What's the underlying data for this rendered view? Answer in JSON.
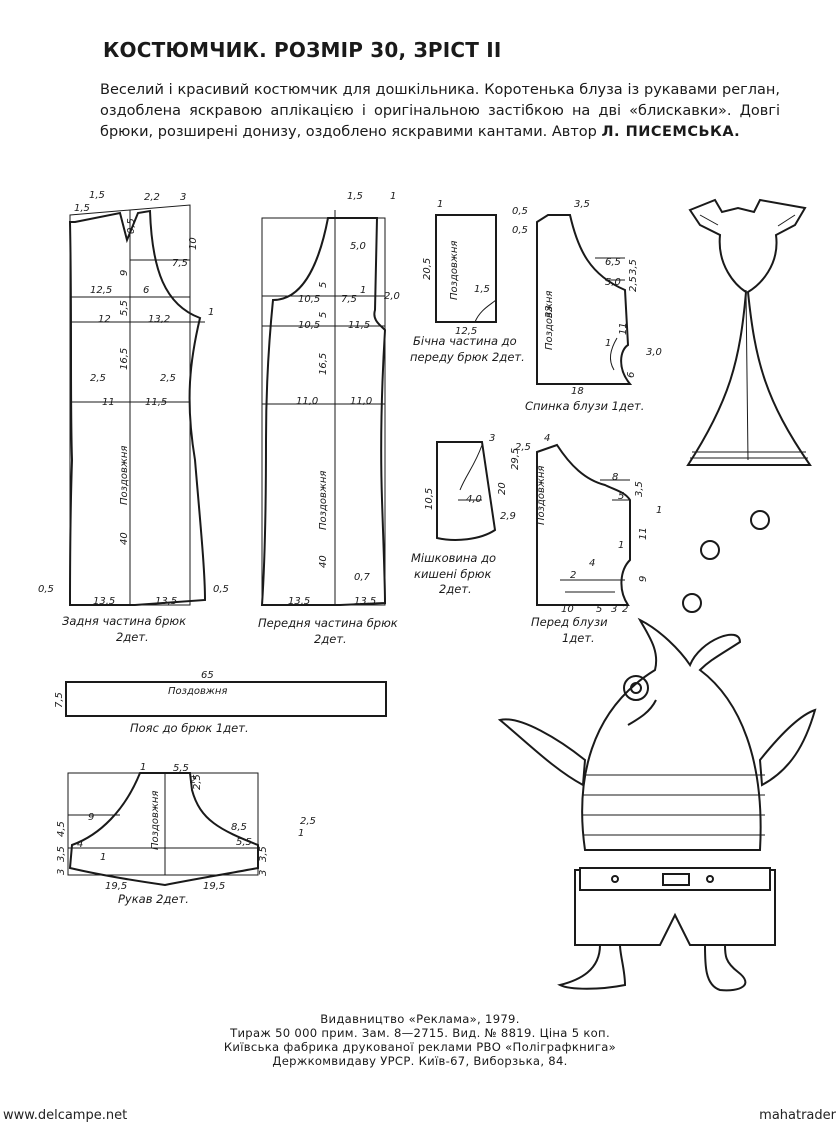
{
  "header": {
    "title": "КОСТЮМЧИК. РОЗМІР 30, ЗРІСТ II",
    "intro": "Веселий і красивий костюмчик для дошкільника. Коротенька блуза із рукавами реглан, оздоблена яскравою аплікацією і оригінальною застібкою на дві «блискавки». Довгі брюки, розширені донизу, оздоблено яскравими кантами. Автор",
    "author": "Л. ПИСЕМСЬКА."
  },
  "patterns": {
    "back_trousers": {
      "caption_1": "Задня частина брюк",
      "caption_2": "2дет.",
      "grain": "Поздовжня",
      "labels": [
        "1,5",
        "1,5",
        "2,2",
        "3",
        "10",
        "0,5",
        "9",
        "7,5",
        "12,5",
        "6",
        "5,5",
        "12",
        "13,2",
        "1",
        "16,5",
        "2,5",
        "2,5",
        "11",
        "11,5",
        "40",
        "0,5",
        "0,5",
        "13,5",
        "13,5"
      ]
    },
    "front_trousers": {
      "caption_1": "Передня частина брюк",
      "caption_2": "2дет.",
      "grain": "Поздовжня",
      "labels": [
        "1,5",
        "1",
        "5,0",
        "10,5",
        "5",
        "7,5",
        "1",
        "2,0",
        "10,5",
        "5",
        "11,5",
        "16,5",
        "11,0",
        "11,0",
        "40",
        "0,7",
        "13,5",
        "13,5"
      ]
    },
    "side_part": {
      "caption_1": "Бічна частина до",
      "caption_2": "переду брюк 2дет.",
      "grain": "Поздовжня",
      "labels": [
        "1",
        "20,5",
        "1,5",
        "12,5"
      ]
    },
    "blouse_back": {
      "caption": "Спинка блузи 1дет.",
      "grain": "Поздовжня",
      "labels": [
        "3,5",
        "0,5",
        "0,5",
        "6,5",
        "5,0",
        "2,5",
        "3,5",
        "33",
        "11",
        "1",
        "3,0",
        "6",
        "18"
      ]
    },
    "pocket": {
      "caption_1": "Мішковина до",
      "caption_2": "кишені брюк",
      "caption_3": "2дет.",
      "labels": [
        "3",
        "10,5",
        "4,0",
        "20",
        "2,9"
      ]
    },
    "blouse_front": {
      "caption_1": "Перед блузи",
      "caption_2": "1дет.",
      "grain": "Поздовжня",
      "labels": [
        "2,5",
        "4",
        "8",
        "5",
        "3,5",
        "29,5",
        "1",
        "11",
        "1",
        "4",
        "2",
        "9",
        "10",
        "5",
        "3",
        "2"
      ]
    },
    "belt": {
      "caption": "Пояс до брюк 1дет.",
      "grain": "Поздовжня",
      "labels": [
        "65",
        "7,5"
      ]
    },
    "sleeve": {
      "caption": "Рукав 2дет.",
      "grain": "Поздовжня",
      "labels": [
        "1",
        "5,5",
        "2,5",
        "2",
        "9",
        "4,5",
        "4",
        "3,5",
        "1",
        "3",
        "8,5",
        "5,5",
        "2,5",
        "1",
        "3,5",
        "3",
        "19,5",
        "19,5"
      ]
    }
  },
  "imprint": {
    "line_1": "Видавництво «Реклама», 1979.",
    "line_2": "Тираж 50 000 прим. Зам. 8—2715. Вид. № 8819. Ціна 5 коп.",
    "line_3": "Київська фабрика друкованої реклами РВО «Поліграфкнига»",
    "line_4": "Держкомвидаву УРСР. Київ-67, Виборзька, 84."
  },
  "watermark": {
    "left": "www.delcampe.net",
    "right": "mahatrader"
  },
  "colors": {
    "ink": "#1a1a1a",
    "paper": "#ffffff"
  }
}
